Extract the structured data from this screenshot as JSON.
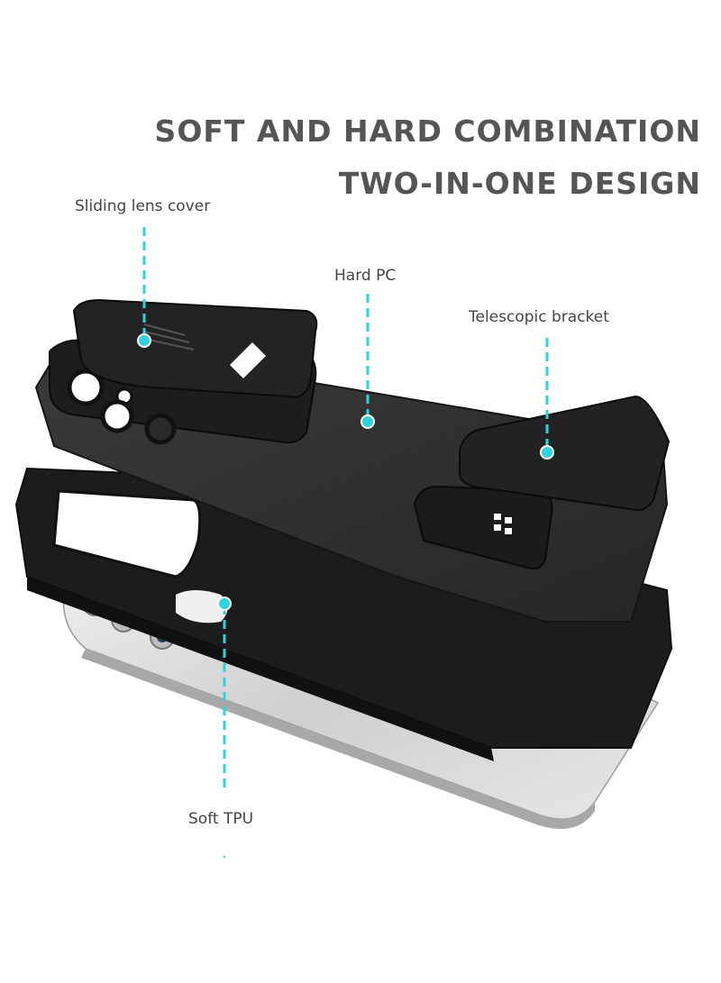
{
  "headline": {
    "line1": "SOFT AND HARD COMBINATION",
    "line2": "TWO-IN-ONE DESIGN"
  },
  "callouts": [
    {
      "id": "sliding-lens-cover",
      "label": "Sliding lens cover"
    },
    {
      "id": "hard-pc",
      "label": "Hard PC"
    },
    {
      "id": "telescopic-bracket",
      "label": "Telescopic bracket"
    },
    {
      "id": "soft-tpu",
      "label": "Soft TPU"
    }
  ],
  "colors": {
    "accent": "#2fd3dd",
    "heading": "#555555",
    "label": "#444444",
    "case": "#2b2b2b",
    "phone": "#d9d9d9"
  }
}
